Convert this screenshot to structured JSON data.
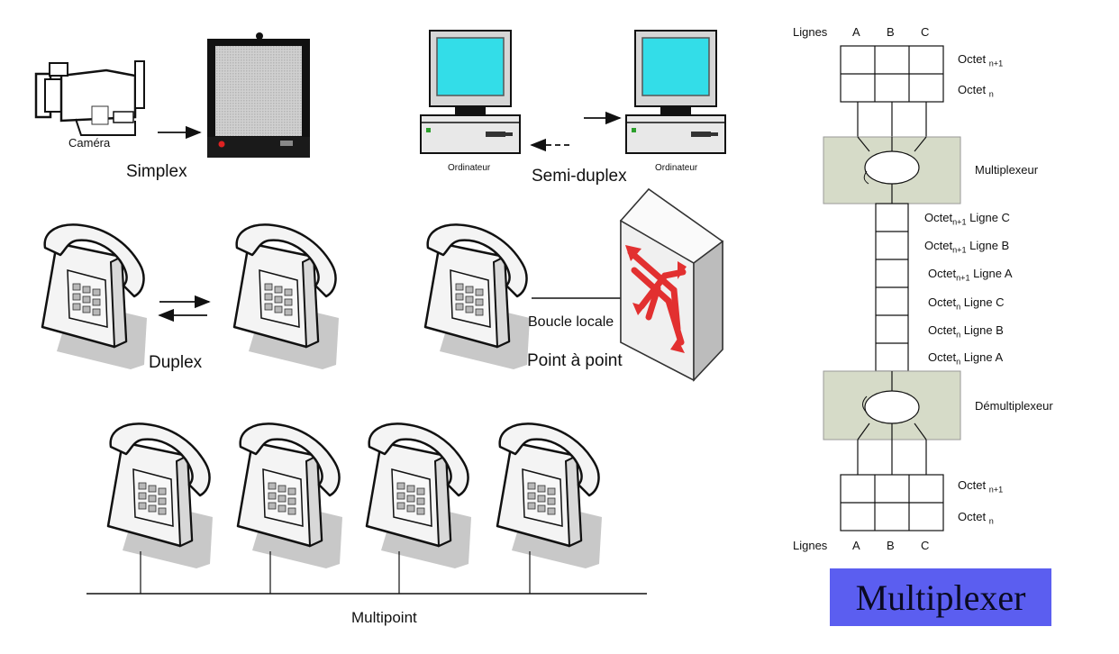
{
  "left_panel": {
    "simplex": {
      "device_label": "Caméra",
      "mode_label": "Simplex"
    },
    "semi_duplex": {
      "computer_label_1": "Ordinateur",
      "computer_label_2": "Ordinateur",
      "mode_label": "Semi-duplex"
    },
    "duplex": {
      "mode_label": "Duplex"
    },
    "point_to_point": {
      "link_label": "Boucle locale",
      "mode_label": "Point à point"
    },
    "multipoint": {
      "mode_label": "Multipoint"
    }
  },
  "right_panel": {
    "top_header": {
      "lines_label": "Lignes",
      "col_a": "A",
      "col_b": "B",
      "col_c": "C"
    },
    "top_frames": {
      "row1": "Octet",
      "row1_sub": "n+1",
      "row2": "Octet",
      "row2_sub": "n"
    },
    "multiplexer_label": "Multiplexeur",
    "stream": [
      {
        "label": "Octet",
        "sub": "n+1",
        "line": "Ligne C"
      },
      {
        "label": "Octet",
        "sub": "n+1",
        "line": "Ligne B"
      },
      {
        "label": "Octet",
        "sub": "n+1",
        "line": "Ligne A"
      },
      {
        "label": "Octet",
        "sub": "n",
        "line": "Ligne C"
      },
      {
        "label": "Octet",
        "sub": "n",
        "line": "Ligne B"
      },
      {
        "label": "Octet",
        "sub": "n",
        "line": "Ligne A"
      }
    ],
    "demultiplexer_label": "Démultiplexeur",
    "bottom_frames": {
      "row1": "Octet",
      "row1_sub": "n+1",
      "row2": "Octet",
      "row2_sub": "n"
    },
    "bottom_header": {
      "lines_label": "Lignes",
      "col_a": "A",
      "col_b": "B",
      "col_c": "C"
    },
    "banner": "Multiplexer"
  },
  "colors": {
    "screen": "#33dde8",
    "mux_box": "#d6dbc8",
    "router": "#e23030",
    "banner": "#5b5ef0",
    "phone_body": "#f4f4f4",
    "phone_shadow": "#c8c8c8"
  },
  "icons": [
    "camera-icon",
    "television-icon",
    "computer-icon",
    "telephone-icon",
    "router-icon",
    "multiplexer-icon"
  ]
}
